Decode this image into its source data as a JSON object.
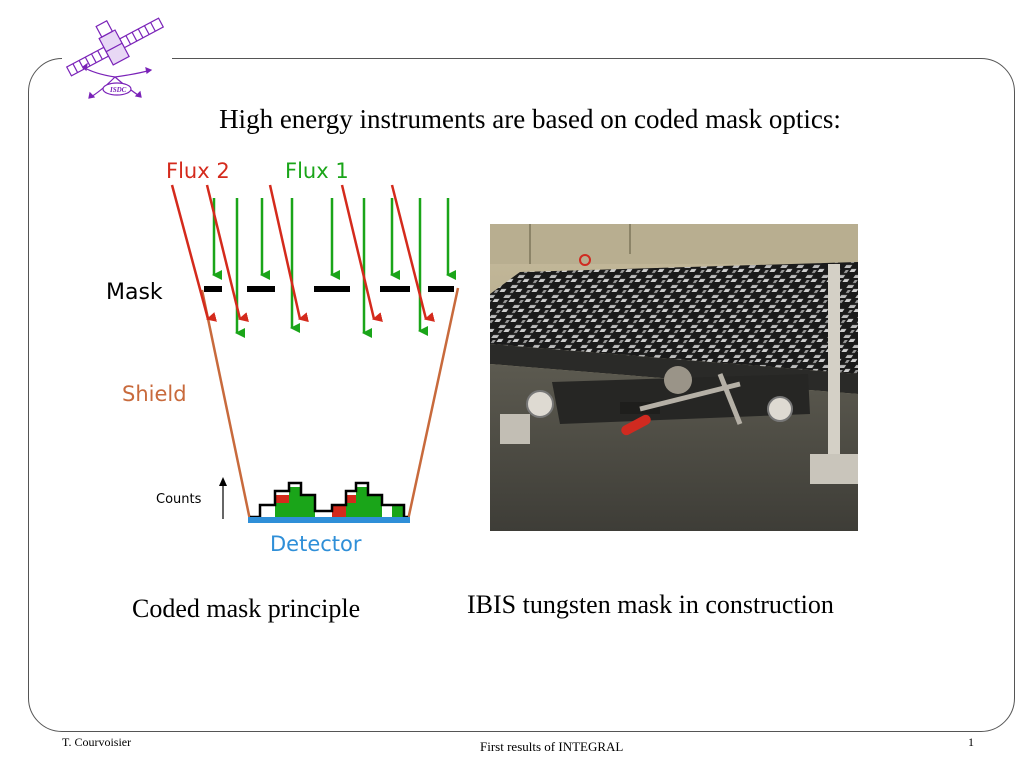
{
  "slide": {
    "title": "High energy instruments are based on coded mask optics:"
  },
  "diagram": {
    "flux2_label": "Flux 2",
    "flux1_label": "Flux 1",
    "mask_label": "Mask",
    "shield_label": "Shield",
    "counts_label": "Counts",
    "detector_label": "Detector",
    "colors": {
      "flux2": "#d42a1c",
      "flux1": "#1aa519",
      "shield": "#c86a3c",
      "detector": "#2f8fd8",
      "mask": "#000000"
    }
  },
  "logo": {
    "text": "ISDC",
    "color": "#7a22b8"
  },
  "captions": {
    "left": "Coded mask principle",
    "right": "IBIS tungsten mask in construction"
  },
  "footer": {
    "author": "T. Courvoisier",
    "center": "First results of INTEGRAL",
    "page": "1"
  }
}
